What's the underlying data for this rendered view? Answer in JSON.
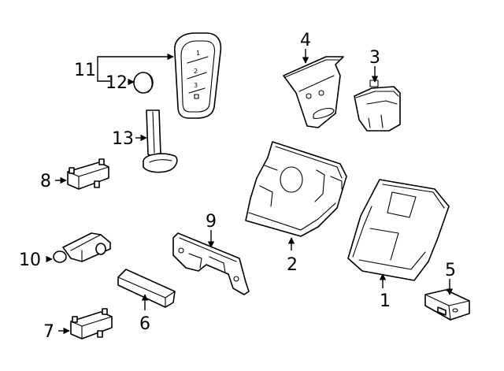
{
  "diagram": {
    "callouts": {
      "c1": "1",
      "c2": "2",
      "c3": "3",
      "c4": "4",
      "c5": "5",
      "c6": "6",
      "c7": "7",
      "c8": "8",
      "c9": "9",
      "c10": "10",
      "c11": "11",
      "c12": "12",
      "c13": "13"
    },
    "key_fob_buttons": [
      "1",
      "2",
      "3"
    ]
  }
}
